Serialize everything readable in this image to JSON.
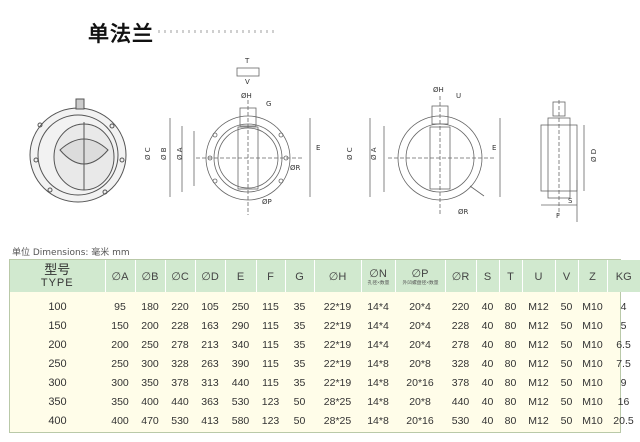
{
  "title": "单法兰",
  "dimension_note": "单位 Dimensions: 毫米 mm",
  "drawing_labels": {
    "d1": {
      "t": "T",
      "v": "V",
      "h": "ØH",
      "g": "G",
      "c": "Ø C",
      "b": "Ø B",
      "a": "Ø A",
      "e": "E",
      "r": "ØR",
      "p": "ØP"
    },
    "d2": {
      "h": "ØH",
      "u": "U",
      "c": "Ø C",
      "a": "Ø A",
      "e": "E",
      "r": "ØR"
    },
    "d3": {
      "d": "Ø D",
      "s": "S",
      "f": "F"
    }
  },
  "table": {
    "type_cn": "型号",
    "type_en": "TYPE",
    "columns": [
      {
        "label": "∅A"
      },
      {
        "label": "∅B"
      },
      {
        "label": "∅C"
      },
      {
        "label": "∅D"
      },
      {
        "label": "E"
      },
      {
        "label": "F"
      },
      {
        "label": "G"
      },
      {
        "label": "∅H"
      },
      {
        "label": "∅N",
        "sub": "孔径×数量"
      },
      {
        "label": "∅P",
        "sub": "外凹螺盘径×数量"
      },
      {
        "label": "∅R"
      },
      {
        "label": "S"
      },
      {
        "label": "T"
      },
      {
        "label": "U"
      },
      {
        "label": "V"
      },
      {
        "label": "Z"
      },
      {
        "label": "KG"
      }
    ],
    "rows": [
      [
        "100",
        "95",
        "180",
        "220",
        "105",
        "250",
        "115",
        "35",
        "22*19",
        "14*4",
        "20*4",
        "220",
        "40",
        "80",
        "M12",
        "50",
        "M10",
        "4"
      ],
      [
        "150",
        "150",
        "200",
        "228",
        "163",
        "290",
        "115",
        "35",
        "22*19",
        "14*4",
        "20*4",
        "228",
        "40",
        "80",
        "M12",
        "50",
        "M10",
        "5"
      ],
      [
        "200",
        "200",
        "250",
        "278",
        "213",
        "340",
        "115",
        "35",
        "22*19",
        "14*4",
        "20*4",
        "278",
        "40",
        "80",
        "M12",
        "50",
        "M10",
        "6.5"
      ],
      [
        "250",
        "250",
        "300",
        "328",
        "263",
        "390",
        "115",
        "35",
        "22*19",
        "14*8",
        "20*8",
        "328",
        "40",
        "80",
        "M12",
        "50",
        "M10",
        "7.5"
      ],
      [
        "300",
        "300",
        "350",
        "378",
        "313",
        "440",
        "115",
        "35",
        "22*19",
        "14*8",
        "20*16",
        "378",
        "40",
        "80",
        "M12",
        "50",
        "M10",
        "9"
      ],
      [
        "350",
        "350",
        "400",
        "440",
        "363",
        "530",
        "123",
        "50",
        "28*25",
        "14*8",
        "20*8",
        "440",
        "40",
        "80",
        "M12",
        "50",
        "M10",
        "16"
      ],
      [
        "400",
        "400",
        "470",
        "530",
        "413",
        "580",
        "123",
        "50",
        "28*25",
        "14*8",
        "20*16",
        "530",
        "40",
        "80",
        "M12",
        "50",
        "M10",
        "20.5"
      ]
    ]
  }
}
